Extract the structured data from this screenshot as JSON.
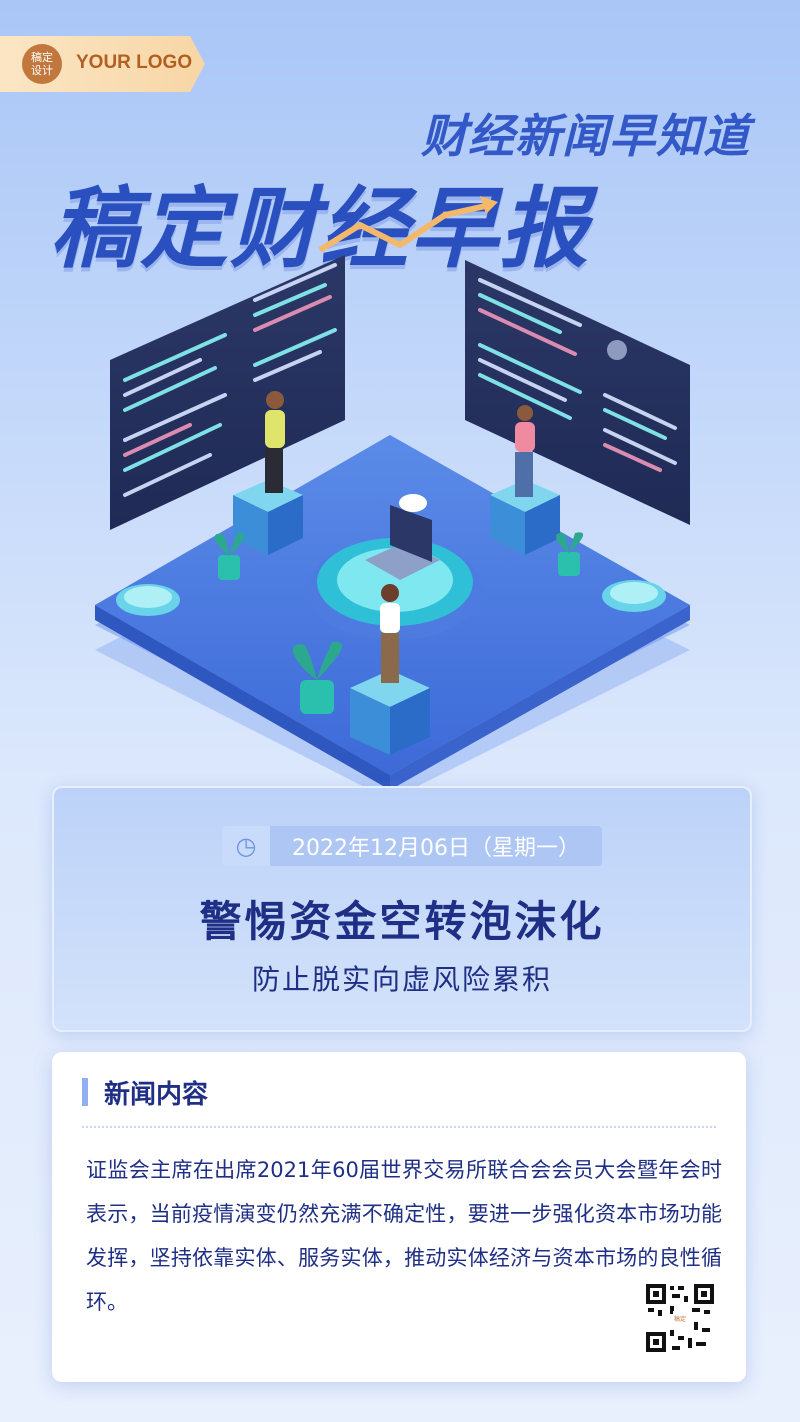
{
  "logo": {
    "badge": "稿定\n设计",
    "text": "YOUR LOGO"
  },
  "header": {
    "subtitle": "财经新闻早知道",
    "title": "稿定财经早报"
  },
  "banner": {
    "date": "2022年12月06日（星期一）",
    "headline": "警惕资金空转泡沫化",
    "subheadline": "防止脱实向虚风险累积"
  },
  "content": {
    "section_title": "新闻内容",
    "body": "证监会主席在出席2021年60届世界交易所联合会会员大会暨年会时表示，当前疫情演变仍然充满不确定性，要进一步强化资本市场功能发挥，坚持依靠实体、服务实体，推动实体经济与资本市场的良性循环。"
  },
  "icons": {
    "clock": "clock-icon",
    "qr": "qr-code-icon",
    "chart_arrow": "trend-arrow-icon"
  },
  "colors": {
    "brand": "#2a4fbf",
    "accent": "#f4b86a",
    "text": "#1f2f85"
  }
}
